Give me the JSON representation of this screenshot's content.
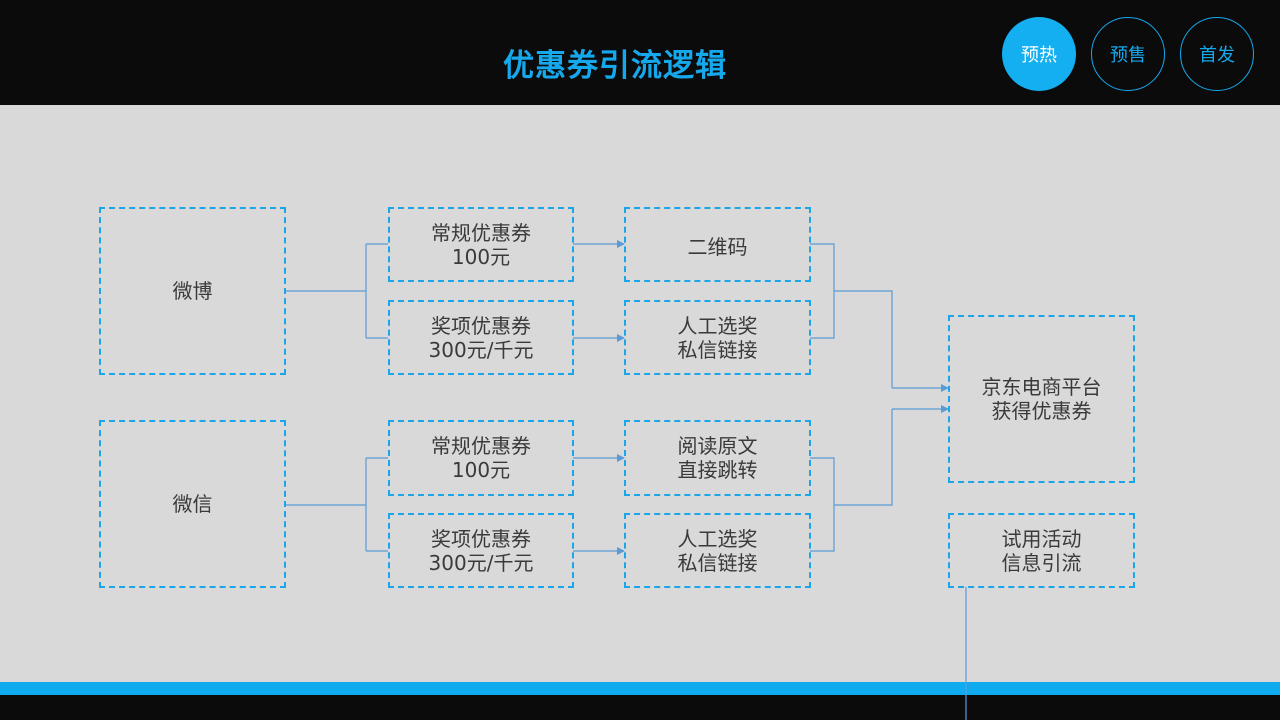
{
  "header": {
    "title": "优惠券引流逻辑",
    "tabs": [
      {
        "label": "预热",
        "active": true
      },
      {
        "label": "预售",
        "active": false
      },
      {
        "label": "首发",
        "active": false
      }
    ]
  },
  "diagram": {
    "sources": [
      {
        "label": "微博"
      },
      {
        "label": "微信"
      }
    ],
    "weibo_branches": [
      {
        "coupon": [
          "常规优惠券",
          "100元"
        ],
        "method": [
          "二维码"
        ]
      },
      {
        "coupon": [
          "奖项优惠券",
          "300元/千元"
        ],
        "method": [
          "人工选奖",
          "私信链接"
        ]
      }
    ],
    "wechat_branches": [
      {
        "coupon": [
          "常规优惠券",
          "100元"
        ],
        "method": [
          "阅读原文",
          "直接跳转"
        ]
      },
      {
        "coupon": [
          "奖项优惠券",
          "300元/千元"
        ],
        "method": [
          "人工选奖",
          "私信链接"
        ]
      }
    ],
    "target": [
      "京东电商平台",
      "获得优惠券"
    ],
    "trial": [
      "试用活动",
      "信息引流"
    ]
  },
  "colors": {
    "accent": "#13aff0",
    "header_bg": "#0b0b0c",
    "canvas_bg": "#d9d9d9",
    "connector": "#5b9bd5"
  }
}
